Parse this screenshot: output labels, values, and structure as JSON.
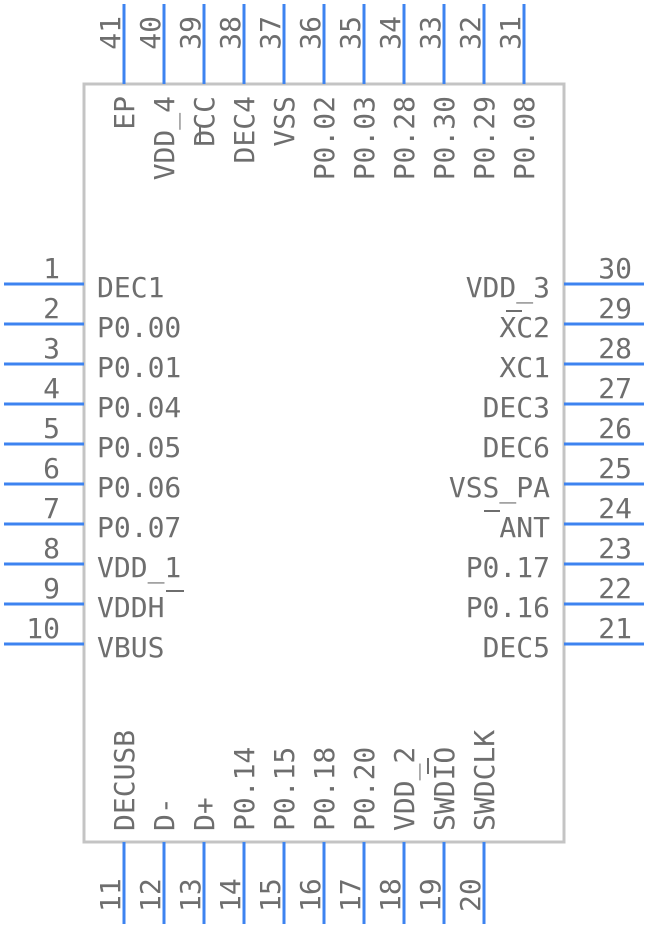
{
  "colors": {
    "body_stroke": "#c4c4c4",
    "pin": "#3d83f0",
    "text": "#6e6e6e",
    "background": "#ffffff"
  },
  "left_pins": [
    {
      "num": "1",
      "name": "DEC1"
    },
    {
      "num": "2",
      "name": "P0.00"
    },
    {
      "num": "3",
      "name": "P0.01"
    },
    {
      "num": "4",
      "name": "P0.04"
    },
    {
      "num": "5",
      "name": "P0.05"
    },
    {
      "num": "6",
      "name": "P0.06"
    },
    {
      "num": "7",
      "name": "P0.07"
    },
    {
      "num": "8",
      "name": "VDD_1"
    },
    {
      "num": "9",
      "name": "VDDH"
    },
    {
      "num": "10",
      "name": "VBUS"
    }
  ],
  "bottom_pins": [
    {
      "num": "11",
      "name": "DECUSB"
    },
    {
      "num": "12",
      "name": "D-"
    },
    {
      "num": "13",
      "name": "D+"
    },
    {
      "num": "14",
      "name": "P0.14"
    },
    {
      "num": "15",
      "name": "P0.15"
    },
    {
      "num": "16",
      "name": "P0.18"
    },
    {
      "num": "17",
      "name": "P0.20"
    },
    {
      "num": "18",
      "name": "VDD_2"
    },
    {
      "num": "19",
      "name": "SWDIO"
    },
    {
      "num": "20",
      "name": "SWDCLK"
    }
  ],
  "right_pins": [
    {
      "num": "21",
      "name": "DEC5"
    },
    {
      "num": "22",
      "name": "P0.16"
    },
    {
      "num": "23",
      "name": "P0.17"
    },
    {
      "num": "24",
      "name": "ANT"
    },
    {
      "num": "25",
      "name": "VSS_PA"
    },
    {
      "num": "26",
      "name": "DEC6"
    },
    {
      "num": "27",
      "name": "DEC3"
    },
    {
      "num": "28",
      "name": "XC1"
    },
    {
      "num": "29",
      "name": "XC2"
    },
    {
      "num": "30",
      "name": "VDD_3"
    }
  ],
  "top_pins": [
    {
      "num": "31",
      "name": "P0.08"
    },
    {
      "num": "32",
      "name": "P0.29"
    },
    {
      "num": "33",
      "name": "P0.30"
    },
    {
      "num": "34",
      "name": "P0.28"
    },
    {
      "num": "35",
      "name": "P0.03"
    },
    {
      "num": "36",
      "name": "P0.02"
    },
    {
      "num": "37",
      "name": "VSS"
    },
    {
      "num": "38",
      "name": "DEC4"
    },
    {
      "num": "39",
      "name": "DCC"
    },
    {
      "num": "40",
      "name": "VDD_4"
    },
    {
      "num": "41",
      "name": "EP"
    }
  ]
}
